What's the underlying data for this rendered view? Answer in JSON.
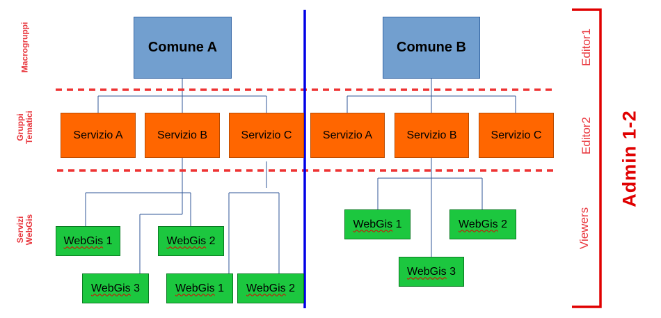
{
  "row_labels": {
    "macrogruppi": "Macrogruppi",
    "gruppi_tematici": [
      "Gruppi",
      "Tematici"
    ],
    "servizi_webgis": [
      "Servizi",
      "WebGis"
    ]
  },
  "roles": {
    "editor1": "Editor1",
    "editor2": "Editor2",
    "viewers": "Viewers",
    "admin": "Admin  1-2"
  },
  "comune_a": {
    "title": "Comune A",
    "servizi": [
      "Servizio A",
      "Servizio B",
      "Servizio C"
    ],
    "webgis": [
      "WebGis 1",
      "WebGis 2",
      "WebGis 3",
      "WebGis 1",
      "WebGis 2"
    ]
  },
  "comune_b": {
    "title": "Comune B",
    "servizi": [
      "Servizio A",
      "Servizio B",
      "Servizio C"
    ],
    "webgis": [
      "WebGis 1",
      "WebGis 2",
      "WebGis 3"
    ]
  },
  "colors": {
    "macrogruppo_fill": "#729fcf",
    "servizio_fill": "#ff6600",
    "webgis_fill": "#1cc73f",
    "separator_blue": "#0000e6",
    "dashed_red": "#ee3333",
    "admin_red": "#e00000",
    "label_red": "#e8353c",
    "connector": "#2f5597"
  }
}
